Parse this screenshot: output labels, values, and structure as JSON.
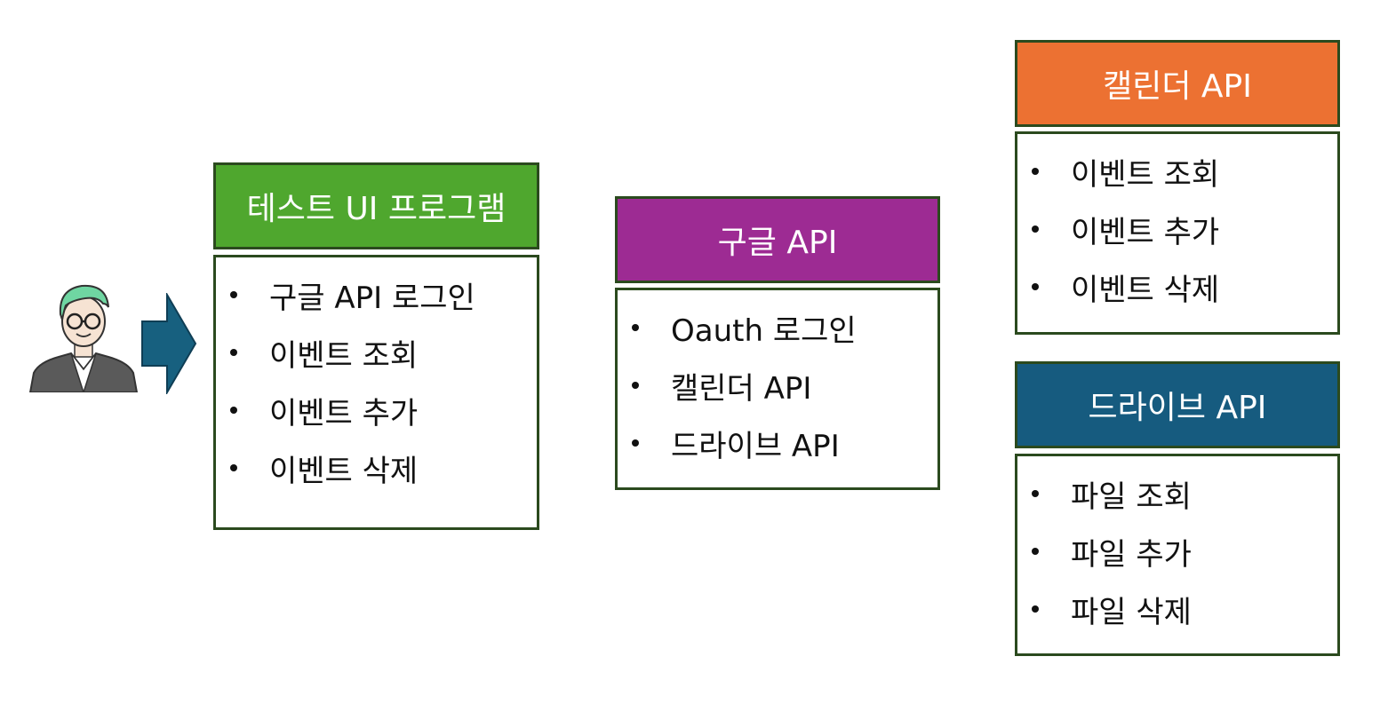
{
  "colors": {
    "test_ui": "#4fa72e",
    "google": "#9d2b93",
    "calendar": "#ec7132",
    "drive": "#165b7f",
    "arrow": "#17607f",
    "border": "#2b4a1e"
  },
  "user": {
    "icon": "person-avatar-icon"
  },
  "arrow": {
    "icon": "right-arrow-icon"
  },
  "test_ui": {
    "title": "테스트 UI 프로그램",
    "items": [
      "구글 API 로그인",
      "이벤트 조회",
      "이벤트 추가",
      "이벤트 삭제"
    ]
  },
  "google": {
    "title": "구글 API",
    "items": [
      "Oauth 로그인",
      "캘린더 API",
      "드라이브 API"
    ]
  },
  "calendar": {
    "title": "캘린더 API",
    "items": [
      "이벤트 조회",
      "이벤트 추가",
      "이벤트 삭제"
    ]
  },
  "drive": {
    "title": "드라이브 API",
    "items": [
      "파일 조회",
      "파일 추가",
      "파일 삭제"
    ]
  }
}
